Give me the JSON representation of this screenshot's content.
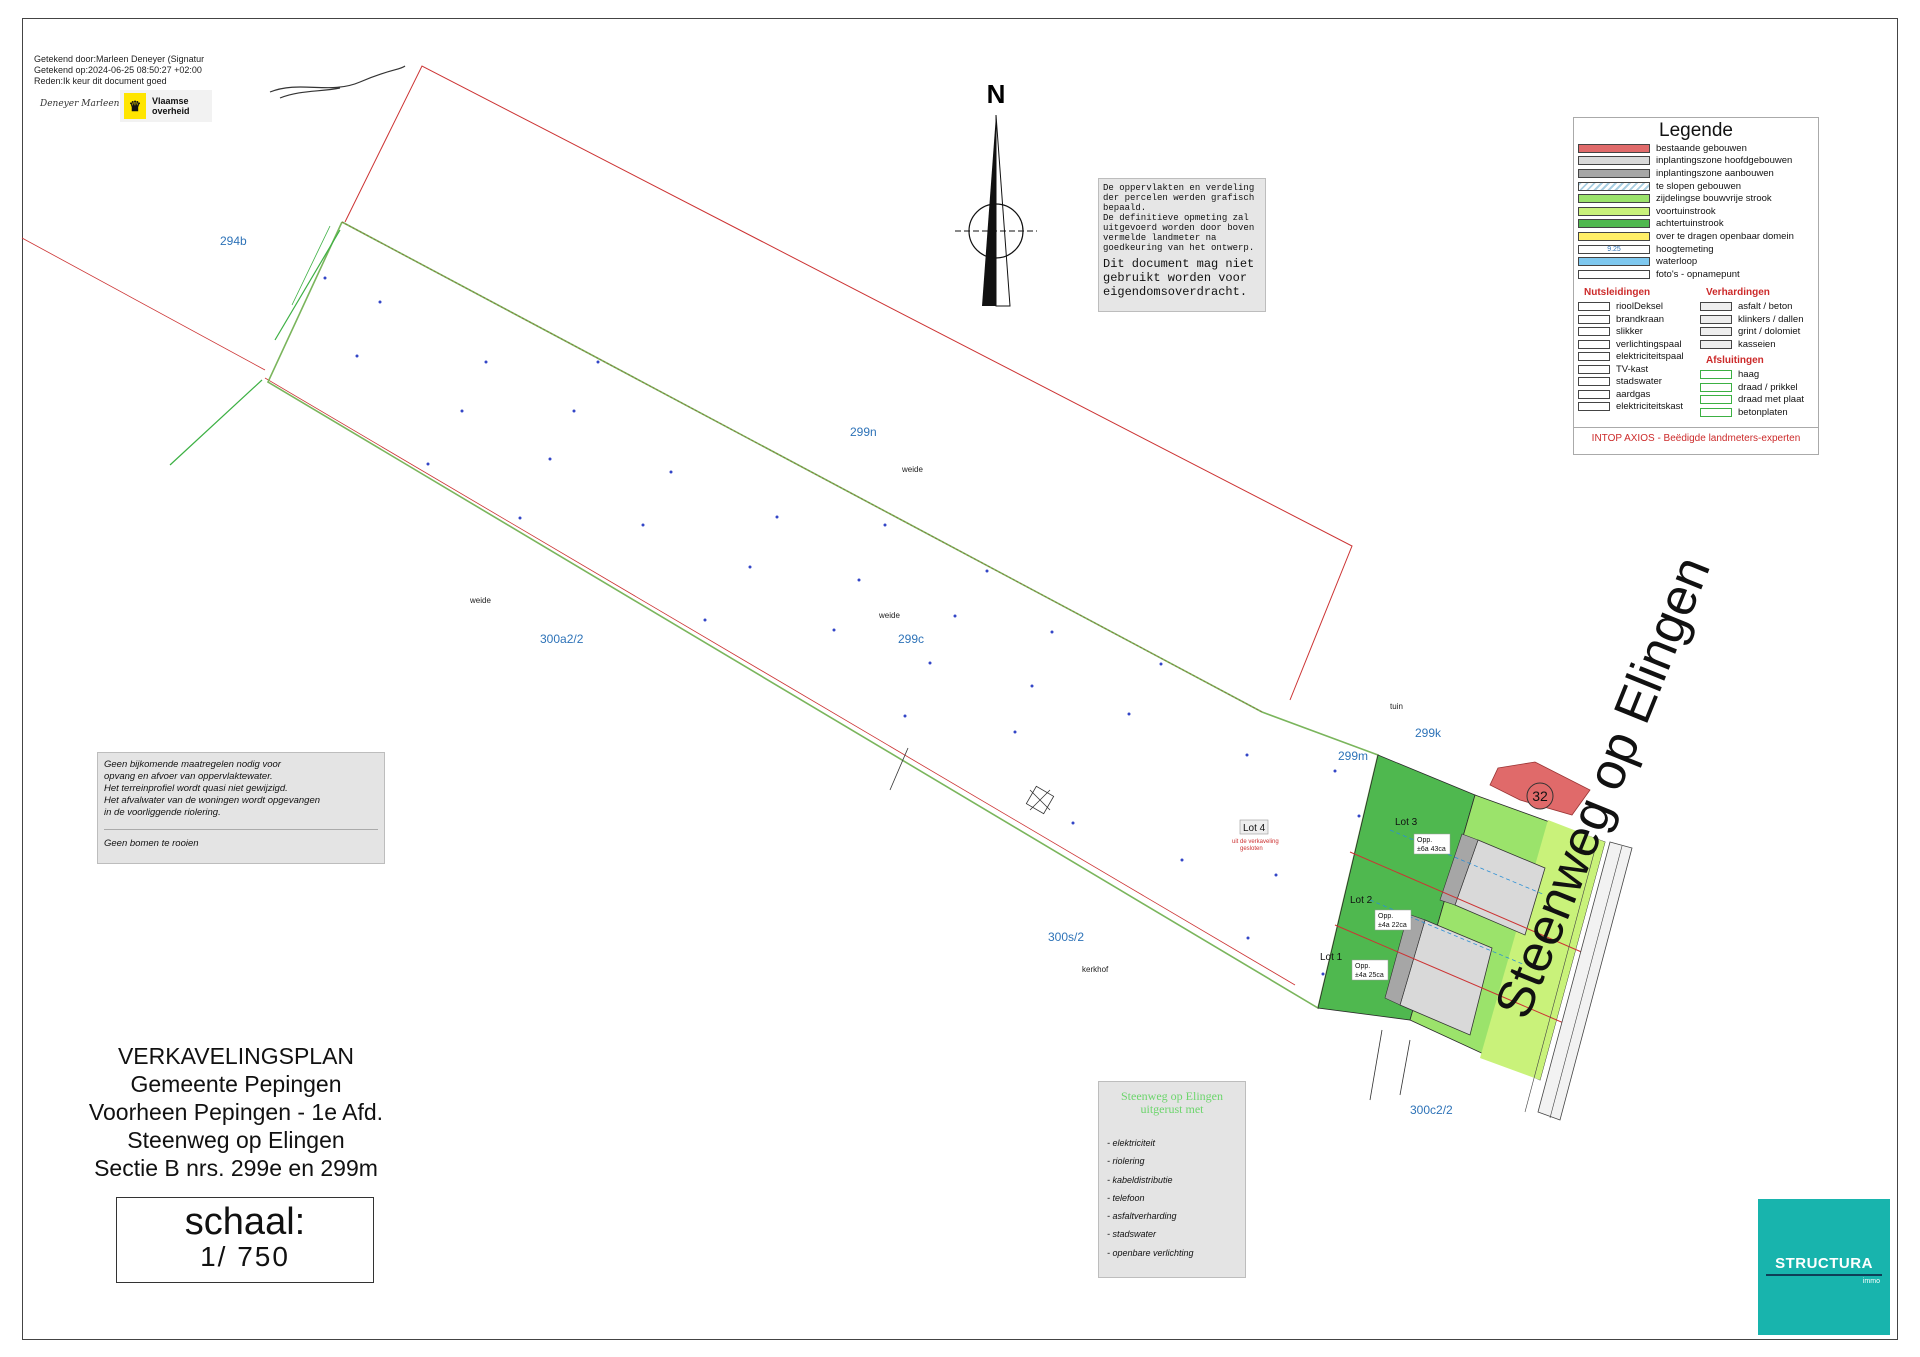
{
  "signature": {
    "line1": "Getekend door:Marleen Deneyer (Signatur",
    "line2": "Getekend op:2024-06-25 08:50:27 +02:00",
    "line3": "Reden:Ik keur dit document goed",
    "name": "Deneyer Marleen",
    "logo_text_1": "Vlaamse",
    "logo_text_2": "overheid"
  },
  "north_label": "N",
  "note_top": {
    "small": [
      "De oppervlakten en verdeling",
      "der percelen werden grafisch",
      "bepaald.",
      "De definitieve opmeting zal",
      "uitgevoerd worden door boven",
      "vermelde landmeter na",
      "goedkeuring van het ontwerp."
    ],
    "big": [
      "Dit document mag niet",
      "gebruikt worden voor",
      "eigendomsoverdracht."
    ]
  },
  "note_left": {
    "lines": [
      "Geen bijkomende maatregelen nodig voor",
      "opvang en afvoer van oppervlaktewater.",
      "Het terreinprofiel wordt quasi niet gewijzigd.",
      "Het afvalwater van de woningen wordt opgevangen",
      "in de voorliggende riolering."
    ],
    "trees": "Geen bomen te rooien"
  },
  "note_utilities": {
    "title_1": "Steenweg op Elingen",
    "title_2": "uitgerust met",
    "items": [
      "- elektriciteit",
      "- riolering",
      "- kabeldistributie",
      "- telefoon",
      "- asfaltverharding",
      "- stadswater",
      "- openbare verlichting"
    ]
  },
  "legend": {
    "title": "Legende",
    "items": [
      {
        "label": "bestaande gebouwen",
        "color": "#e06a6a"
      },
      {
        "label": "inplantingszone hoofdgebouwen",
        "color": "#d9d9d9"
      },
      {
        "label": "inplantingszone aanbouwen",
        "color": "#a6a6a6"
      },
      {
        "label": "te slopen gebouwen",
        "color": "#d6e8f2"
      },
      {
        "label": "zijdelingse bouwvrije strook",
        "color": "#9be36b"
      },
      {
        "label": "voortuinstrook",
        "color": "#c9f27a"
      },
      {
        "label": "achtertuinstrook",
        "color": "#4fb84f"
      },
      {
        "label": "over te dragen openbaar domein",
        "color": "#ffee66"
      },
      {
        "label": "hoogtemeting",
        "color": "#ffffff"
      },
      {
        "label": "waterloop",
        "color": "#7ec8ef"
      },
      {
        "label": "foto's - opnamepunt",
        "color": "#ffffff"
      }
    ],
    "hoog_value": "9.25",
    "utilities_title": "Nutsleidingen",
    "utilities": [
      "rioolDeksel",
      "brandkraan",
      "slikker",
      "verlichtingspaal",
      "elektriciteitspaal",
      "TV-kast",
      "stadswater",
      "aardgas",
      "elektriciteitskast"
    ],
    "pavements_title": "Verhardingen",
    "pavements": [
      "asfalt / beton",
      "klinkers / dallen",
      "grint / dolomiet",
      "kasseien"
    ],
    "fences_title": "Afsluitingen",
    "fences": [
      "haag",
      "draad / prikkel",
      "draad met plaat",
      "betonplaten"
    ],
    "footer": "INTOP AXIOS - Beëdigde landmeters-experten"
  },
  "parcels": {
    "p294b": "294b",
    "p299n": "299n",
    "p299c": "299c",
    "p300a22": "300a2/2",
    "p299m": "299m",
    "p299k": "299k",
    "p300s2": "300s/2",
    "p300c22": "300c2/2"
  },
  "land_use": {
    "weide": "weide",
    "tuin": "tuin",
    "kerkhof": "kerkhof"
  },
  "lots": {
    "lot1": "Lot 1",
    "lot2": "Lot 2",
    "lot3": "Lot 3",
    "lot4": "Lot 4",
    "lot4_note_1": "uit de verkaveling",
    "lot4_note_2": "gesloten",
    "opp1_a": "Opp.",
    "opp1_b": "±4a 25ca",
    "opp2_a": "Opp.",
    "opp2_b": "±4a 22ca",
    "opp3_a": "Opp.",
    "opp3_b": "±6a 43ca"
  },
  "house_number": "32",
  "title": {
    "line1": "VERKAVELINGSPLAN",
    "line2": "Gemeente Pepingen",
    "line3": "Voorheen Pepingen - 1e Afd.",
    "line4": "Steenweg op Elingen",
    "line5": "Sectie B nrs. 299e en 299m"
  },
  "scale": {
    "label": "schaal:",
    "value": "1/ 750"
  },
  "street_label": "Steenweg op Elingen",
  "brand": {
    "name": "STRUCTURA",
    "sub": "immo",
    "color": "#18b4ad"
  }
}
